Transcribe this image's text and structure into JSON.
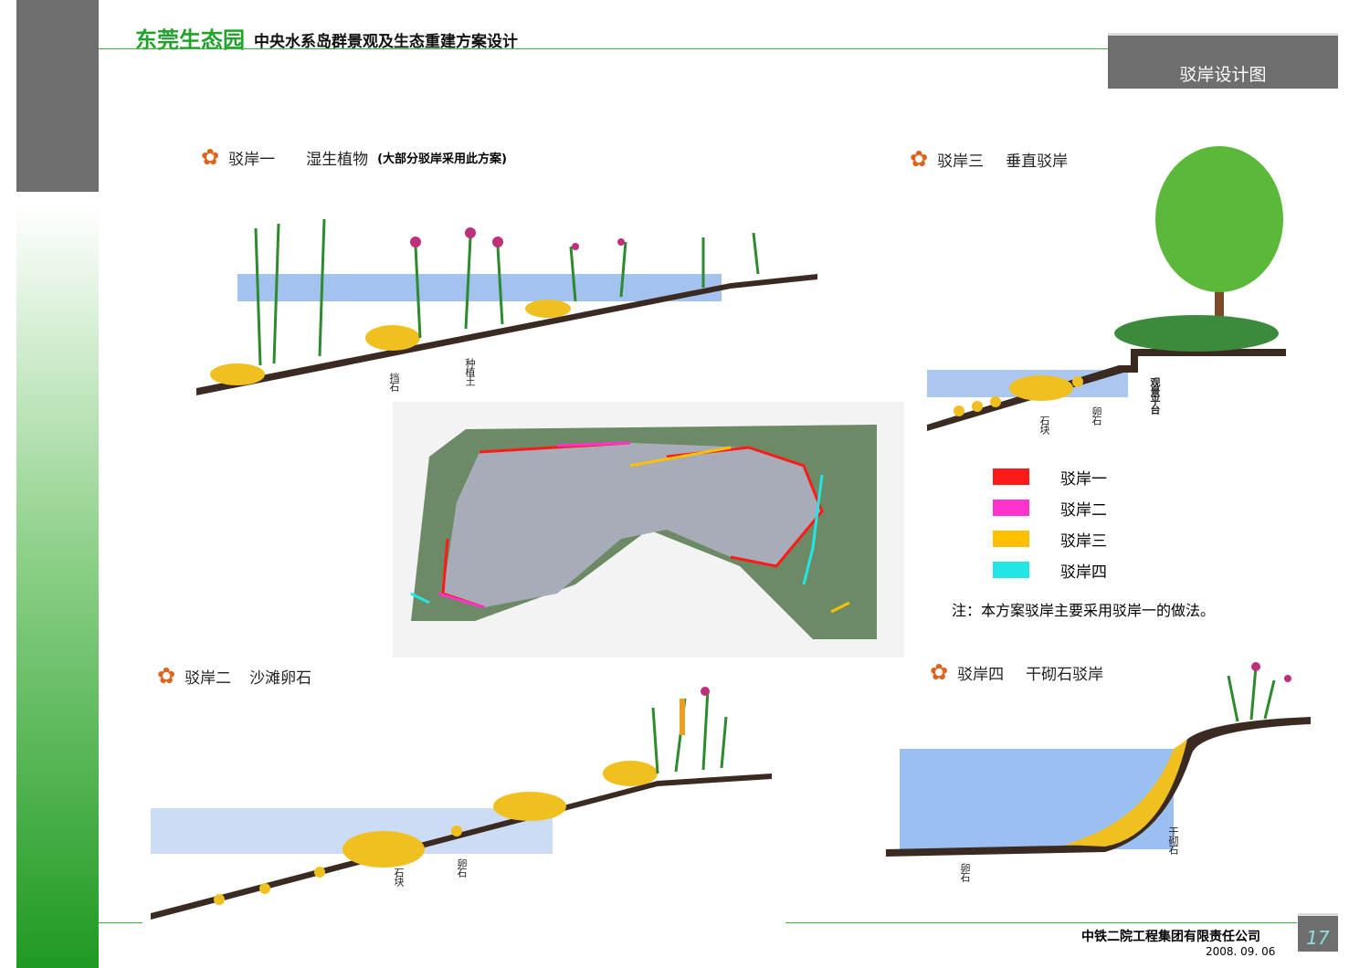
{
  "header": {
    "brand": "东莞生态园",
    "subtitle": "中央水系岛群景观及生态重建方案设计",
    "sheet_title": "驳岸设计图"
  },
  "sections": [
    {
      "name": "驳岸一",
      "desc": "湿生植物",
      "note": "(大部分驳岸采用此方案)",
      "labels": [
        "挡石",
        "种植土"
      ]
    },
    {
      "name": "驳岸二",
      "desc": "沙滩卵石",
      "labels": [
        "石块",
        "卵石"
      ]
    },
    {
      "name": "驳岸三",
      "desc": "垂直驳岸",
      "labels": [
        "石块",
        "卵石",
        "观景平台"
      ]
    },
    {
      "name": "驳岸四",
      "desc": "干砌石驳岸",
      "labels": [
        "卵石",
        "干砌石"
      ]
    }
  ],
  "legend": [
    {
      "label": "驳岸一",
      "color": "#ff1a1a"
    },
    {
      "label": "驳岸二",
      "color": "#ff33cc"
    },
    {
      "label": "驳岸三",
      "color": "#ffc000"
    },
    {
      "label": "驳岸四",
      "color": "#22e6e6"
    }
  ],
  "legend_note": "注：本方案驳岸主要采用驳岸一的做法。",
  "footer": {
    "company": "中铁二院工程集团有限责任公司",
    "date": "2008. 09. 06",
    "page": "17"
  }
}
